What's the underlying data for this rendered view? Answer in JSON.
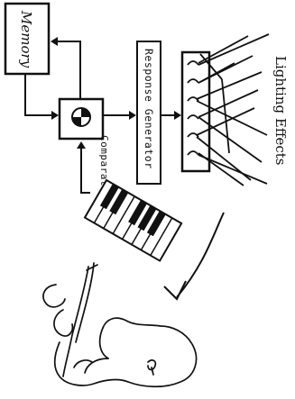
{
  "labels": {
    "memory": "Memory",
    "comparator": "Comparator",
    "response_generator": "Response Generator",
    "lighting_effects": "Lighting Effects"
  },
  "colors": {
    "ink": "#111111",
    "paper": "#ffffff"
  },
  "icons": {
    "comparator_symbol": "cross-circle",
    "keyboard": "piano-keyboard",
    "figure": "hand-drawn-person"
  }
}
